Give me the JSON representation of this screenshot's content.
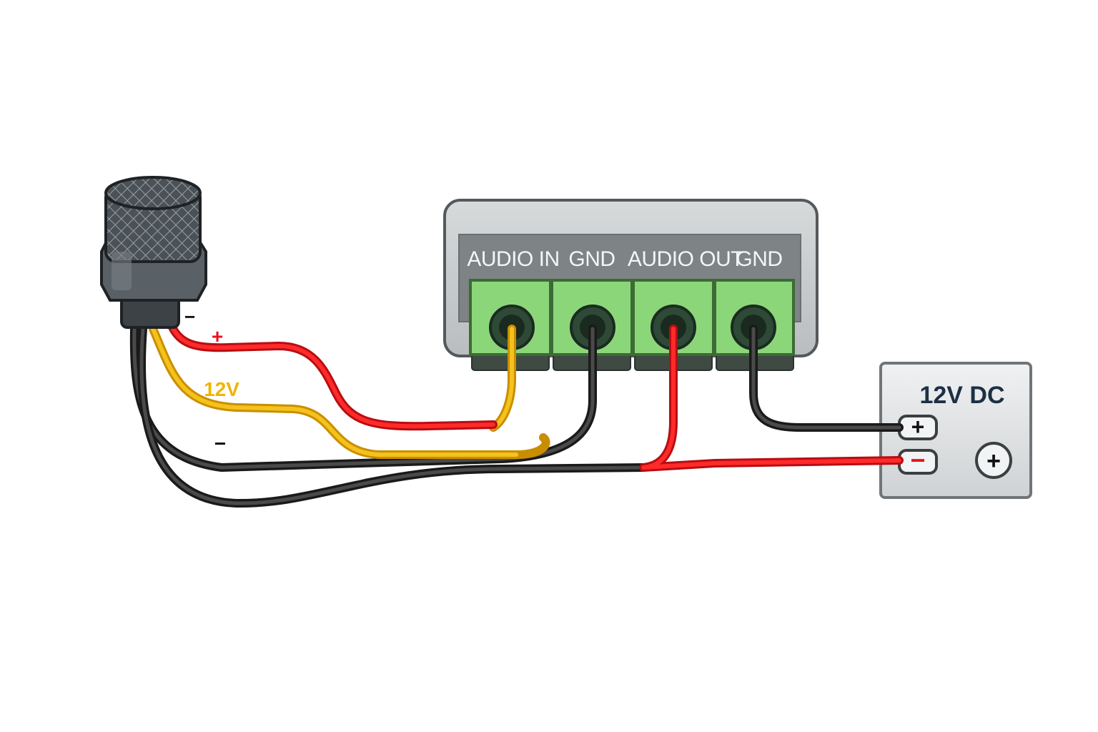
{
  "module": {
    "terminals": [
      {
        "label": "AUDIO IN"
      },
      {
        "label": "GND"
      },
      {
        "label": "AUDIO OUT"
      },
      {
        "label": "GND"
      }
    ]
  },
  "power_supply": {
    "title": "12V DC",
    "plus_symbol": "+",
    "minus_symbol": "−",
    "extra_symbol": "+"
  },
  "microphone": {
    "wire_labels": {
      "plus": "+",
      "voltage": "12V",
      "minus": "−"
    }
  },
  "colors": {
    "wire_red": "#e8141c",
    "wire_yellow": "#f0b400",
    "wire_black": "#222222",
    "terminal_green": "#8cd67a",
    "module_grey": "#7e8386",
    "psu_grey": "#dcdedf"
  }
}
